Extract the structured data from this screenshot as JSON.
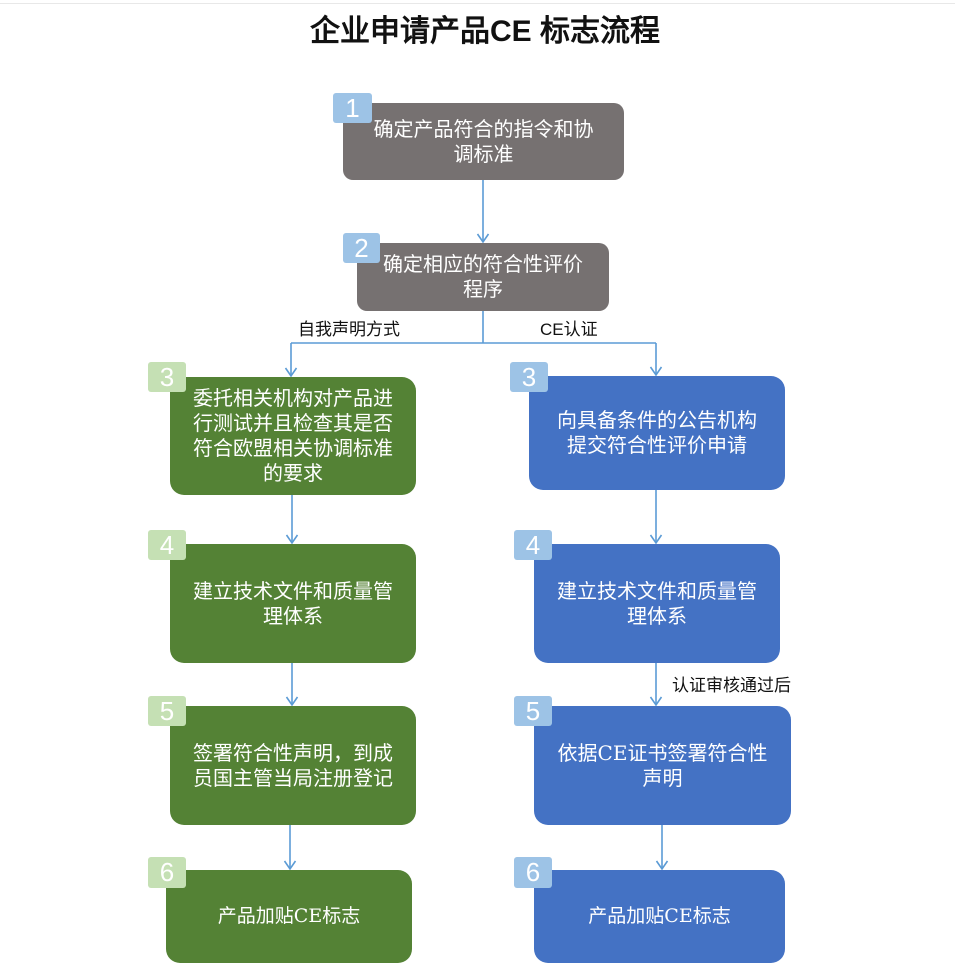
{
  "title": "企业申请产品CE 标志流程",
  "colors": {
    "gray_box": "#767171",
    "green_box": "#548235",
    "blue_box": "#4472c4",
    "badge_blue": "#9dc3e6",
    "badge_green": "#c5e0b4",
    "connector": "#5b9bd5"
  },
  "shared_steps": [
    {
      "number": "1",
      "lines": [
        "确定产品符合的指令和协",
        "调标准"
      ]
    },
    {
      "number": "2",
      "lines": [
        "确定相应的符合性评价",
        "程序"
      ]
    }
  ],
  "self_declaration": {
    "label": "自我声明方式",
    "steps": [
      {
        "number": "3",
        "lines": [
          "委托相关机构对产品进",
          "行测试并且检查其是否",
          "符合欧盟相关协调标准",
          "的要求"
        ]
      },
      {
        "number": "4",
        "lines": [
          "建立技术文件和质量管",
          "理体系"
        ]
      },
      {
        "number": "5",
        "lines": [
          "签署符合性声明，到成",
          "员国主管当局注册登记"
        ]
      },
      {
        "number": "6",
        "lines": [
          "产品加贴CE标志"
        ]
      }
    ]
  },
  "ce_certification": {
    "label": "CE认证",
    "condition_label": "认证审核通过后",
    "steps": [
      {
        "number": "3",
        "lines": [
          "向具备条件的公告机构",
          "提交符合性评价申请"
        ]
      },
      {
        "number": "4",
        "lines": [
          "建立技术文件和质量管",
          "理体系"
        ]
      },
      {
        "number": "5",
        "lines": [
          "依据CE证书签署符合性",
          "声明"
        ]
      },
      {
        "number": "6",
        "lines": [
          "产品加贴CE标志"
        ]
      }
    ]
  }
}
